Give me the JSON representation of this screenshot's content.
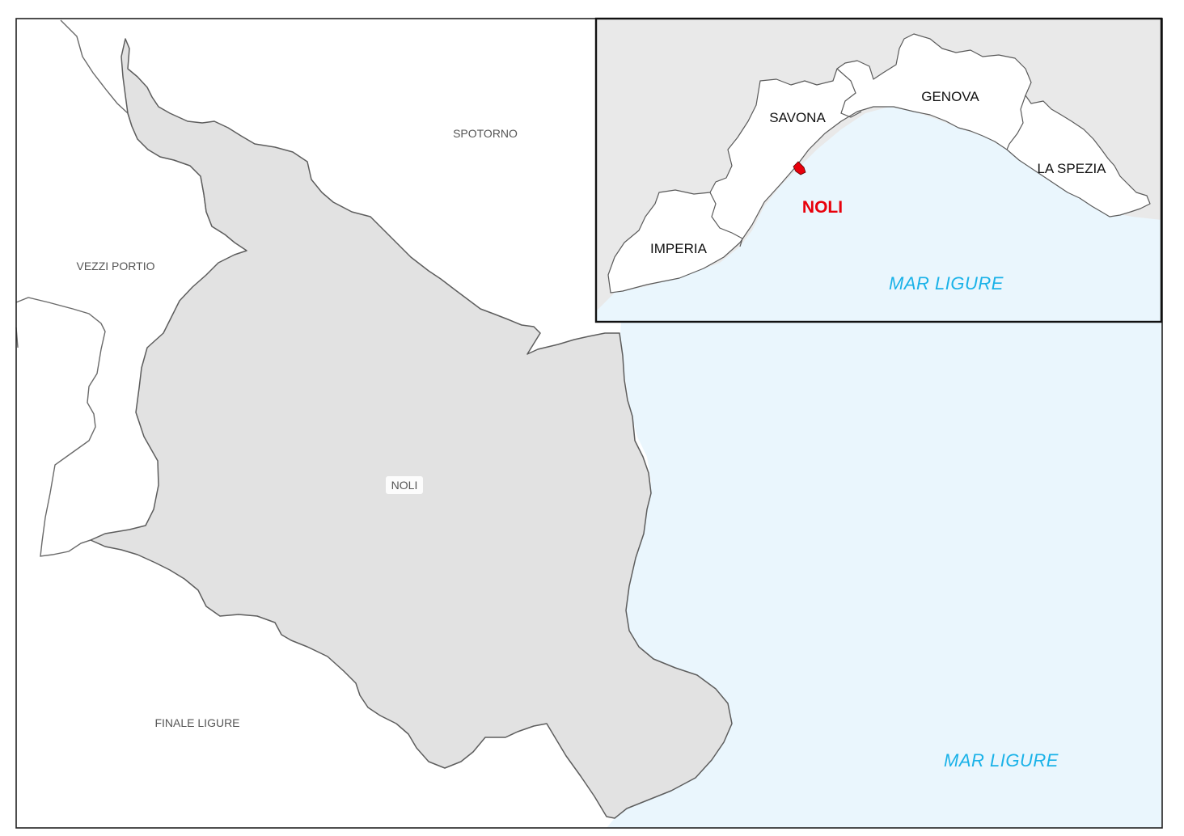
{
  "main_map": {
    "labels": {
      "spotorno": "SPOTORNO",
      "vezzi_portio": "VEZZI PORTIO",
      "noli": "NOLI",
      "finale_ligure": "FINALE LIGURE",
      "sea": "MAR  LIGURE"
    }
  },
  "inset_map": {
    "labels": {
      "savona": "SAVONA",
      "genova": "GENOVA",
      "la_spezia": "LA SPEZIA",
      "imperia": "IMPERIA",
      "noli": "NOLI",
      "sea": "MAR  LIGURE"
    }
  },
  "colors": {
    "sea": "#eaf6fd",
    "highlight_municipality": "#e2e2e2",
    "land": "#ffffff",
    "outside_region": "#e9e9e9",
    "noli_marker": "#e8000b",
    "sea_label": "#1ab2e8"
  }
}
